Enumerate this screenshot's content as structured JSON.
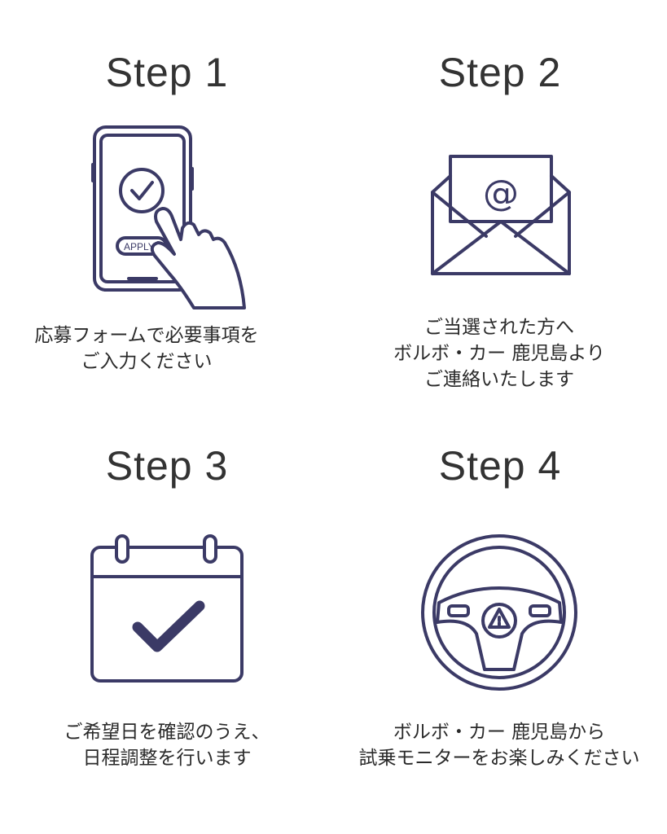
{
  "steps": [
    {
      "title": "Step 1",
      "icon": "smartphone-apply-icon",
      "button_text": "APPLY",
      "caption": [
        "応募フォームで必要事項を",
        "ご入力ください"
      ]
    },
    {
      "title": "Step 2",
      "icon": "email-envelope-icon",
      "caption": [
        "ご当選された方へ",
        "ボルボ・カー 鹿児島より",
        "ご連絡いたします"
      ]
    },
    {
      "title": "Step 3",
      "icon": "calendar-check-icon",
      "caption": [
        "ご希望日を確認のうえ、",
        "日程調整を行います"
      ]
    },
    {
      "title": "Step 4",
      "icon": "steering-wheel-icon",
      "caption": [
        "ボルボ・カー 鹿児島から",
        "試乗モニターをお楽しみください"
      ]
    }
  ],
  "colors": {
    "icon": "#3b3a66",
    "text": "#333333"
  }
}
